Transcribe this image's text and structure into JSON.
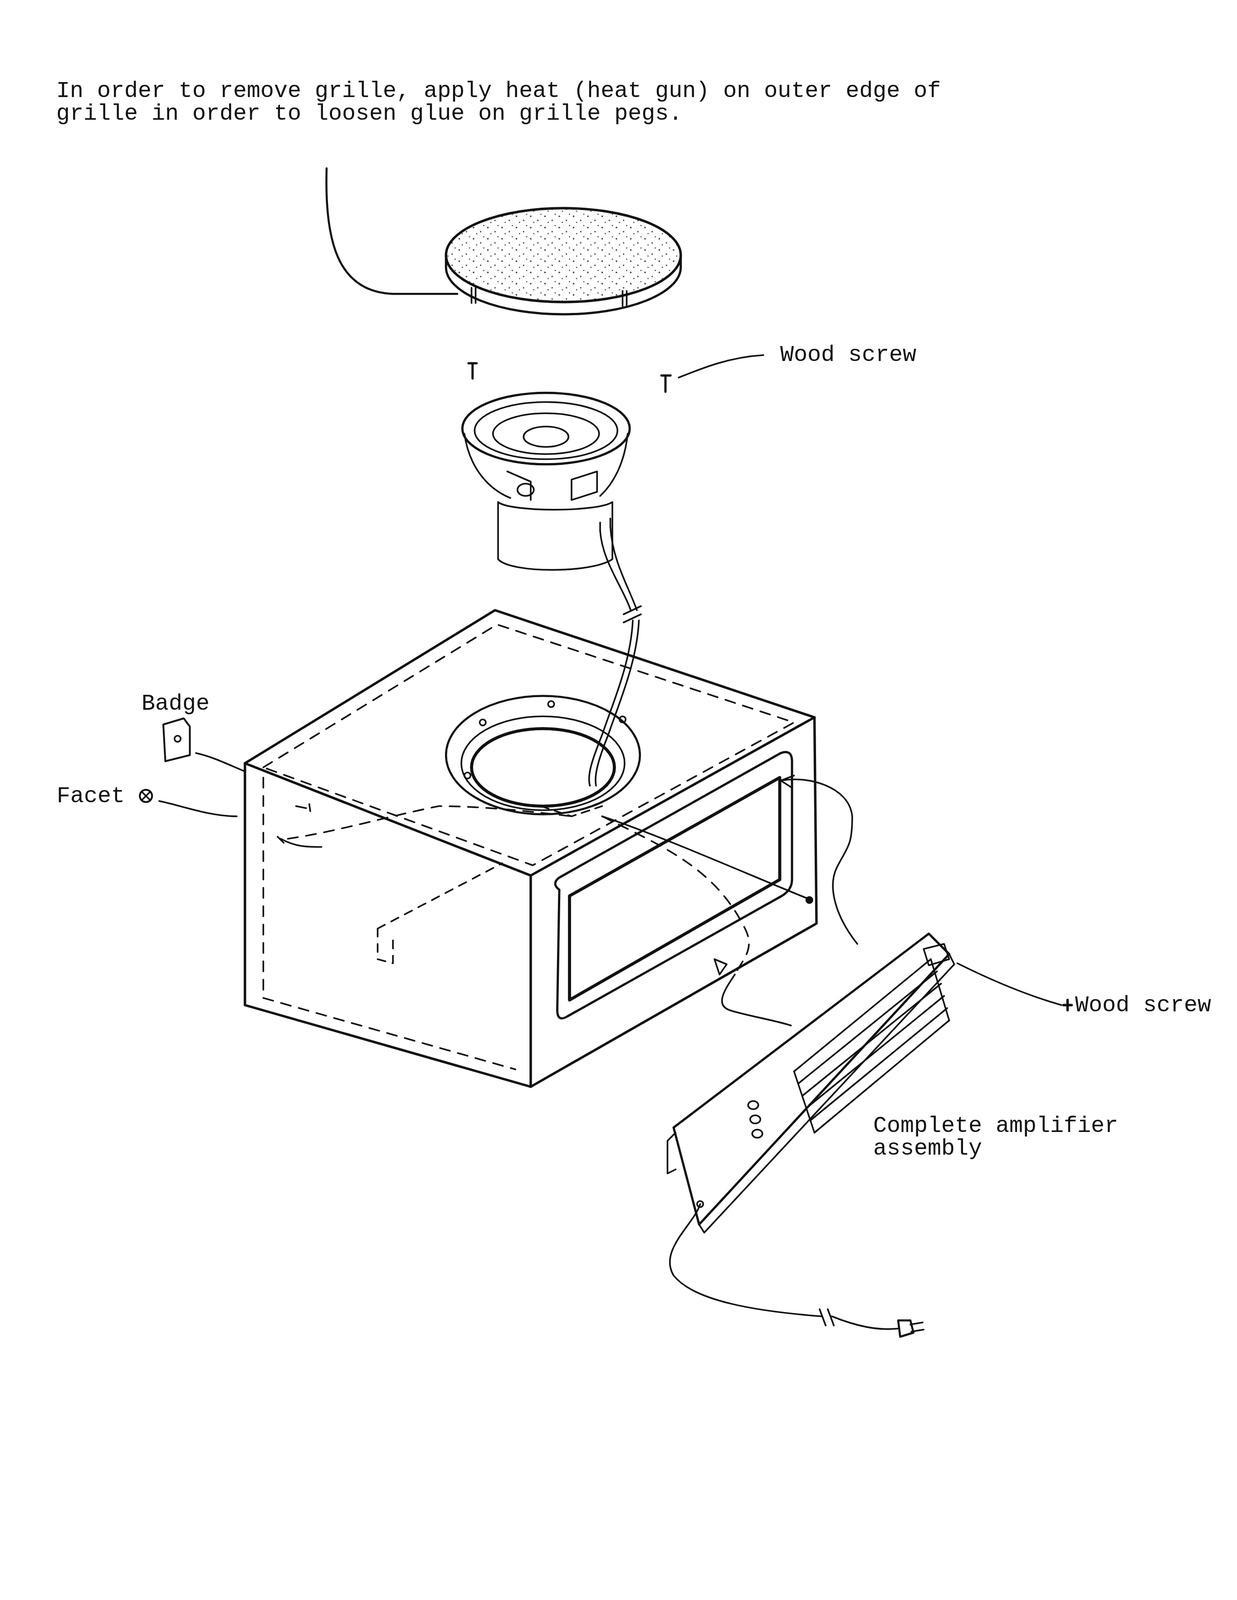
{
  "diagram": {
    "labels": [
      "In order to remove grille, apply heat (heat gun) on outer edge of grille in order to loosen glue on grille pegs.",
      "Wood screw",
      "Badge",
      "Facet",
      "Wood screw",
      "Complete amplifier assembly"
    ]
  }
}
